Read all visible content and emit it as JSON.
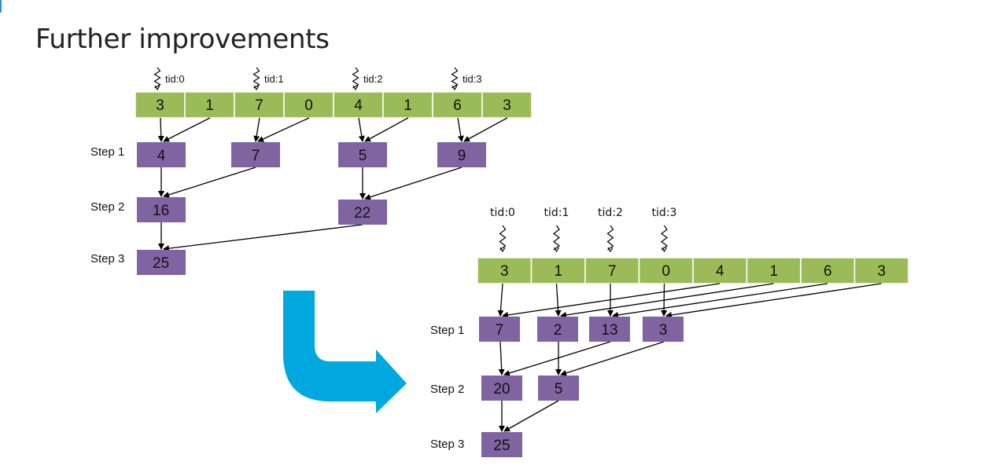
{
  "title": "Further improvements",
  "colors": {
    "array": "#9bbb59",
    "node": "#8064a2",
    "arrow": "#00a8e0"
  },
  "diagram_a": {
    "threads": [
      "tid:0",
      "tid:1",
      "tid:2",
      "tid:3"
    ],
    "array": [
      "3",
      "1",
      "7",
      "0",
      "4",
      "1",
      "6",
      "3"
    ],
    "steps": [
      {
        "label": "Step 1",
        "values": [
          "4",
          "7",
          "5",
          "9"
        ]
      },
      {
        "label": "Step 2",
        "values": [
          "16",
          "22"
        ]
      },
      {
        "label": "Step 3",
        "values": [
          "25"
        ]
      }
    ]
  },
  "diagram_b": {
    "threads": [
      "tid:0",
      "tid:1",
      "tid:2",
      "tid:3"
    ],
    "array": [
      "3",
      "1",
      "7",
      "0",
      "4",
      "1",
      "6",
      "3"
    ],
    "steps": [
      {
        "label": "Step 1",
        "values": [
          "7",
          "2",
          "13",
          "3"
        ]
      },
      {
        "label": "Step 2",
        "values": [
          "20",
          "5"
        ]
      },
      {
        "label": "Step 3",
        "values": [
          "25"
        ]
      }
    ]
  }
}
